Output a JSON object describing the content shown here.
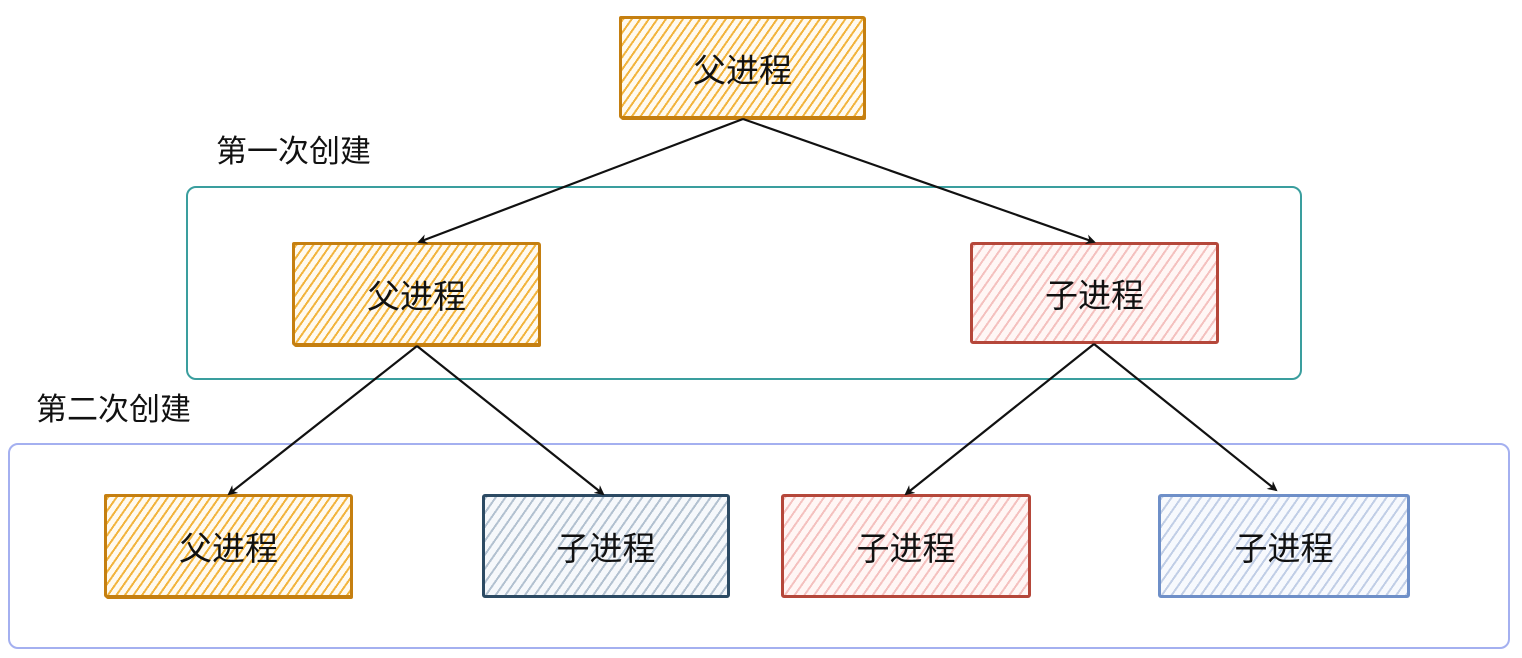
{
  "groups": {
    "first": {
      "label": "第一次创建",
      "color": "#3a9e9e"
    },
    "second": {
      "label": "第二次创建",
      "color": "#a4b0f0"
    }
  },
  "nodes": {
    "root": {
      "label": "父进程",
      "style": "orange"
    },
    "l1_parent": {
      "label": "父进程",
      "style": "orange"
    },
    "l1_child": {
      "label": "子进程",
      "style": "red"
    },
    "l2_parent": {
      "label": "父进程",
      "style": "orange"
    },
    "l2_child_a": {
      "label": "子进程",
      "style": "navy"
    },
    "l2_child_b": {
      "label": "子进程",
      "style": "red"
    },
    "l2_child_c": {
      "label": "子进程",
      "style": "blue"
    }
  },
  "edges": [
    {
      "from": "root",
      "to": "l1_parent"
    },
    {
      "from": "root",
      "to": "l1_child"
    },
    {
      "from": "l1_parent",
      "to": "l2_parent"
    },
    {
      "from": "l1_parent",
      "to": "l2_child_a"
    },
    {
      "from": "l1_child",
      "to": "l2_child_b"
    },
    {
      "from": "l1_child",
      "to": "l2_child_c"
    }
  ]
}
